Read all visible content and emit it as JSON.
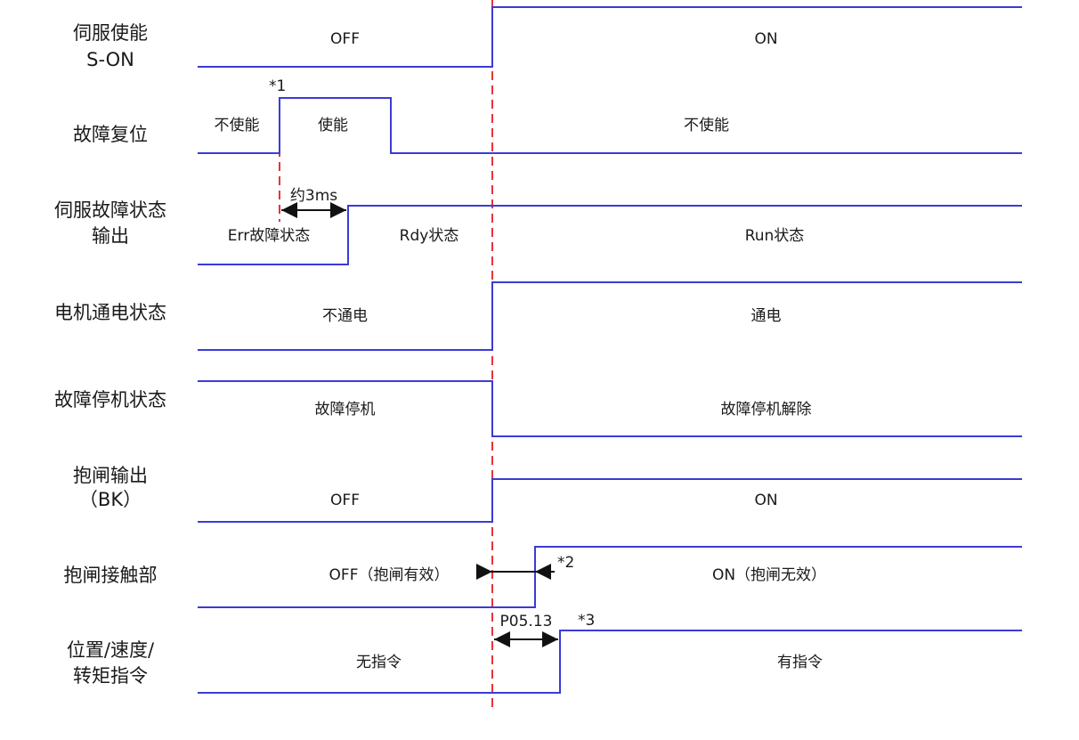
{
  "title": "伺服使能时序图（故障复位后）",
  "colors": {
    "signal": "#3b3bd6",
    "marker": "#e8333a",
    "arrow": "#111111",
    "text": "#1a1a1a"
  },
  "time_axis": {
    "unit": "t",
    "events": {
      "t0": 0,
      "fault_reset_on": 1,
      "rdy": 1.6,
      "fault_reset_off": 2,
      "son_on": 4,
      "brake_contact_on": 4.45,
      "cmd_on": 4.6,
      "end": 9
    }
  },
  "signals": [
    {
      "id": "s_on",
      "label_lines": [
        "伺服使能",
        "S-ON"
      ],
      "segments": [
        {
          "from": "t0",
          "to": "son_on",
          "level": 0,
          "text": "OFF"
        },
        {
          "from": "son_on",
          "to": "end",
          "level": 1,
          "text": "ON"
        }
      ]
    },
    {
      "id": "fault_reset",
      "label_lines": [
        "故障复位"
      ],
      "segments": [
        {
          "from": "t0",
          "to": "fault_reset_on",
          "level": 0,
          "text": "不使能"
        },
        {
          "from": "fault_reset_on",
          "to": "fault_reset_off",
          "level": 1,
          "text": "使能"
        },
        {
          "from": "fault_reset_off",
          "to": "end",
          "level": 0,
          "text": "不使能"
        }
      ]
    },
    {
      "id": "fault_status",
      "label_lines": [
        "伺服故障状态",
        "输出"
      ],
      "segments": [
        {
          "from": "t0",
          "to": "rdy",
          "level": 0,
          "text": "Err故障状态"
        },
        {
          "from": "rdy",
          "to": "son_on",
          "level": 1,
          "text": "Rdy状态"
        },
        {
          "from": "son_on",
          "to": "end",
          "level": 1,
          "text": "Run状态"
        }
      ]
    },
    {
      "id": "motor_power",
      "label_lines": [
        "电机通电状态"
      ],
      "segments": [
        {
          "from": "t0",
          "to": "son_on",
          "level": 0,
          "text": "不通电"
        },
        {
          "from": "son_on",
          "to": "end",
          "level": 1,
          "text": "通电"
        }
      ]
    },
    {
      "id": "fault_stop",
      "label_lines": [
        "故障停机状态"
      ],
      "segments": [
        {
          "from": "t0",
          "to": "son_on",
          "level": 1,
          "text": "故障停机"
        },
        {
          "from": "son_on",
          "to": "end",
          "level": 0,
          "text": "故障停机解除"
        }
      ]
    },
    {
      "id": "brake_output",
      "label_lines": [
        "抱闸输出",
        "（BK）"
      ],
      "segments": [
        {
          "from": "t0",
          "to": "son_on",
          "level": 0,
          "text": "OFF"
        },
        {
          "from": "son_on",
          "to": "end",
          "level": 1,
          "text": "ON"
        }
      ]
    },
    {
      "id": "brake_contact",
      "label_lines": [
        "抱闸接触部"
      ],
      "segments": [
        {
          "from": "t0",
          "to": "brake_contact_on",
          "level": 0,
          "text": "OFF（抱闸有效）"
        },
        {
          "from": "brake_contact_on",
          "to": "end",
          "level": 1,
          "text": "ON（抱闸无效）"
        }
      ]
    },
    {
      "id": "command",
      "label_lines": [
        "位置/速度/",
        "转矩指令"
      ],
      "segments": [
        {
          "from": "t0",
          "to": "cmd_on",
          "level": 0,
          "text": "无指令"
        },
        {
          "from": "cmd_on",
          "to": "end",
          "level": 1,
          "text": "有指令"
        }
      ]
    }
  ],
  "markers": [
    {
      "id": "marker_fault_reset",
      "at": "fault_reset_on",
      "from_signal": 1,
      "to_signal": 2
    },
    {
      "id": "marker_son",
      "at": "son_on",
      "from_signal": 0,
      "to_signal": 7
    }
  ],
  "annotations": [
    {
      "id": "note1",
      "text": "*1",
      "signal": 1,
      "at": "fault_reset_on",
      "kind": "footnote"
    },
    {
      "id": "dim_3ms",
      "text": "约3ms",
      "signal": 2,
      "from": "fault_reset_on",
      "to": "rdy",
      "kind": "double-arrow"
    },
    {
      "id": "note2",
      "text": "*2",
      "signal": 6,
      "from": "son_on",
      "to": "brake_contact_on",
      "kind": "inward-arrows"
    },
    {
      "id": "dim_p0513",
      "text": "P05.13",
      "signal": 7,
      "from": "son_on",
      "to": "cmd_on",
      "kind": "double-arrow"
    },
    {
      "id": "note3",
      "text": "*3",
      "signal": 7,
      "at": "cmd_on",
      "kind": "footnote"
    }
  ]
}
